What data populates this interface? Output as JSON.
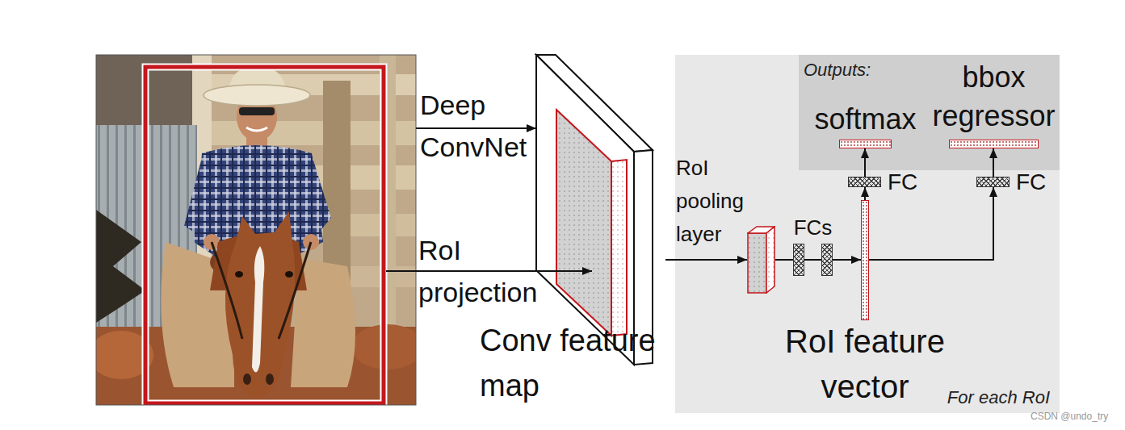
{
  "diagram": {
    "nodes": [
      {
        "text": [
          "Conv feature map"
        ]
      },
      {
        "text": [
          "For each RoI"
        ]
      },
      {
        "text": [
          "RoI pooling layer"
        ],
        "in": 1
      },
      {
        "text": [
          "FCs"
        ],
        "in": 1
      },
      {
        "text": [
          "RoI feature vector"
        ],
        "in": 1
      },
      {
        "text": [
          "Outputs:"
        ],
        "in": 1
      },
      {
        "text": [
          "softmax"
        ],
        "in": 5
      },
      {
        "text": [
          "bbox regressor"
        ],
        "in": 5
      },
      {
        "text": [
          "FC"
        ],
        "in": 1
      },
      {
        "text": [
          "FC"
        ],
        "in": 1
      }
    ],
    "edges": [
      {
        "from": 0,
        "to": 2,
        "arrow": "to"
      },
      {
        "from": 2,
        "to": 3,
        "arrow": "none"
      },
      {
        "from": 3,
        "to": 4,
        "arrow": "to"
      },
      {
        "from": 4,
        "to": 8,
        "arrow": "to"
      },
      {
        "from": 4,
        "to": 9,
        "arrow": "to"
      },
      {
        "from": 8,
        "to": 6,
        "arrow": "to"
      },
      {
        "from": 9,
        "to": 7,
        "arrow": "to"
      }
    ],
    "labels": [
      "Deep ConvNet",
      "RoI projection",
      "CSDN @undo_try"
    ]
  }
}
